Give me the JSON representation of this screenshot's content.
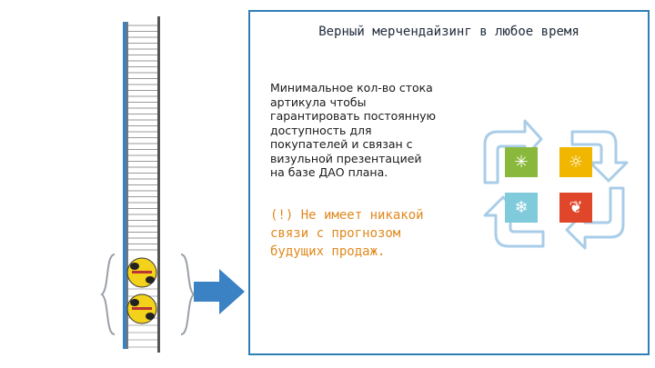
{
  "panel": {
    "title": "Верный мерчендайзинг в любое время",
    "body_lines": [
      "Минимальное кол-во стока",
      "артикула чтобы",
      "гарантировать постоянную",
      "доступность для",
      "покупателей и связан с",
      "визульной презентацией",
      "на базе ДАО плана."
    ],
    "warning_lines": [
      "(!) Не имеет никакой",
      "связи с прогнозом",
      "будущих продаж."
    ]
  },
  "seasons": {
    "tiles": [
      {
        "icon": "snowflake-icon",
        "glyph": "✳"
      },
      {
        "icon": "sun-icon",
        "glyph": "☼"
      },
      {
        "icon": "snowflake-icon",
        "glyph": "❄"
      },
      {
        "icon": "maple-leaf-icon",
        "glyph": "❦"
      }
    ]
  },
  "colors": {
    "accent_blue": "#2f7fb6",
    "arrow_blue": "#3b82c4",
    "warning_orange": "#e0891e",
    "cycle_arrow_blue": "#a9cde8",
    "tile_green": "#8ab83c",
    "tile_yellow": "#f0b600",
    "tile_cyan": "#7fcadb",
    "tile_red": "#e0462a"
  }
}
